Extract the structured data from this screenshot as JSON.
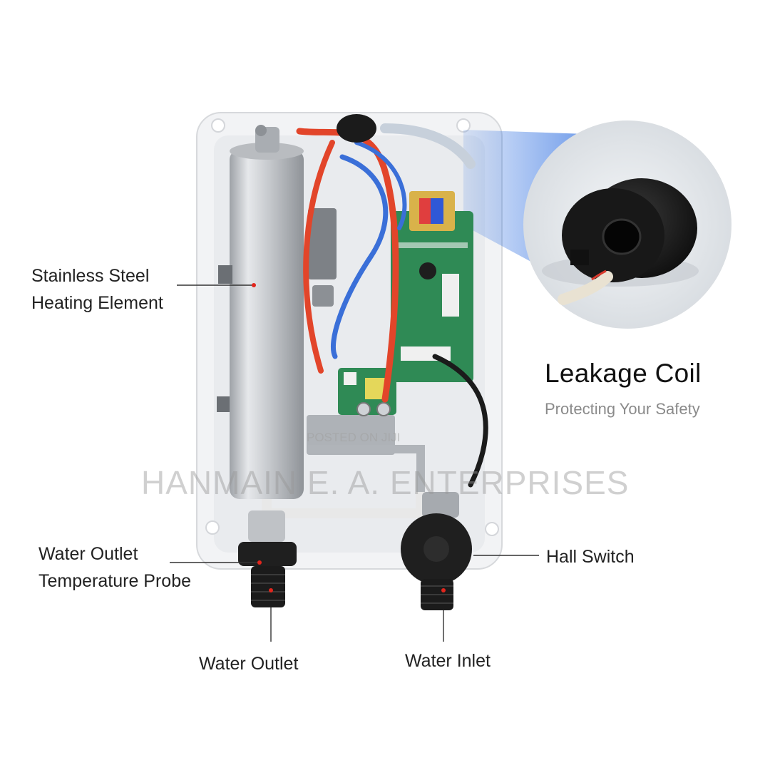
{
  "labels": {
    "heating_element": [
      "Stainless Steel",
      "Heating Element"
    ],
    "temperature_probe": [
      "Water Outlet",
      "Temperature Probe"
    ],
    "water_outlet": "Water Outlet",
    "water_inlet": "Water Inlet",
    "hall_switch": "Hall Switch"
  },
  "callout": {
    "title": "Leakage Coil",
    "subtitle": "Protecting Your Safety"
  },
  "watermark": {
    "main": "HANMAIN E. A. ENTERPRISES",
    "small": "POSTED ON JIJI"
  },
  "colors": {
    "housing": "#f2f3f5",
    "heating_element": "#c9ccd0",
    "pcb": "#2f8a55",
    "callout_beam": "#2f6fe0",
    "wire_red": "#e2452a",
    "wire_blue": "#3a6fd8",
    "label_text": "#222222",
    "subtitle_text": "#8a8a8a"
  }
}
